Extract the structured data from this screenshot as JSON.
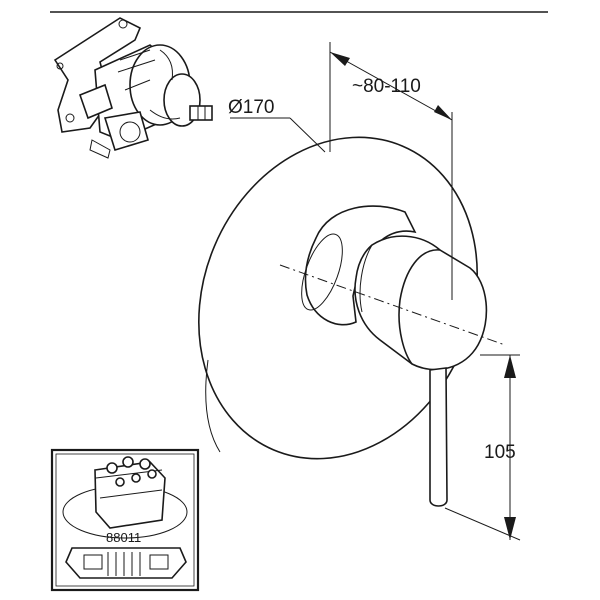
{
  "diagram": {
    "dimensions": {
      "diameter": "Ø170",
      "depth": "~80-110",
      "height": "105"
    },
    "inset": {
      "part_number": "88011"
    },
    "colors": {
      "line": "#1a1a1a",
      "background": "#ffffff",
      "inset_border": "#1a1a1a"
    },
    "icons": [
      "valve-body-illustration",
      "thermostat-box-illustration"
    ]
  }
}
